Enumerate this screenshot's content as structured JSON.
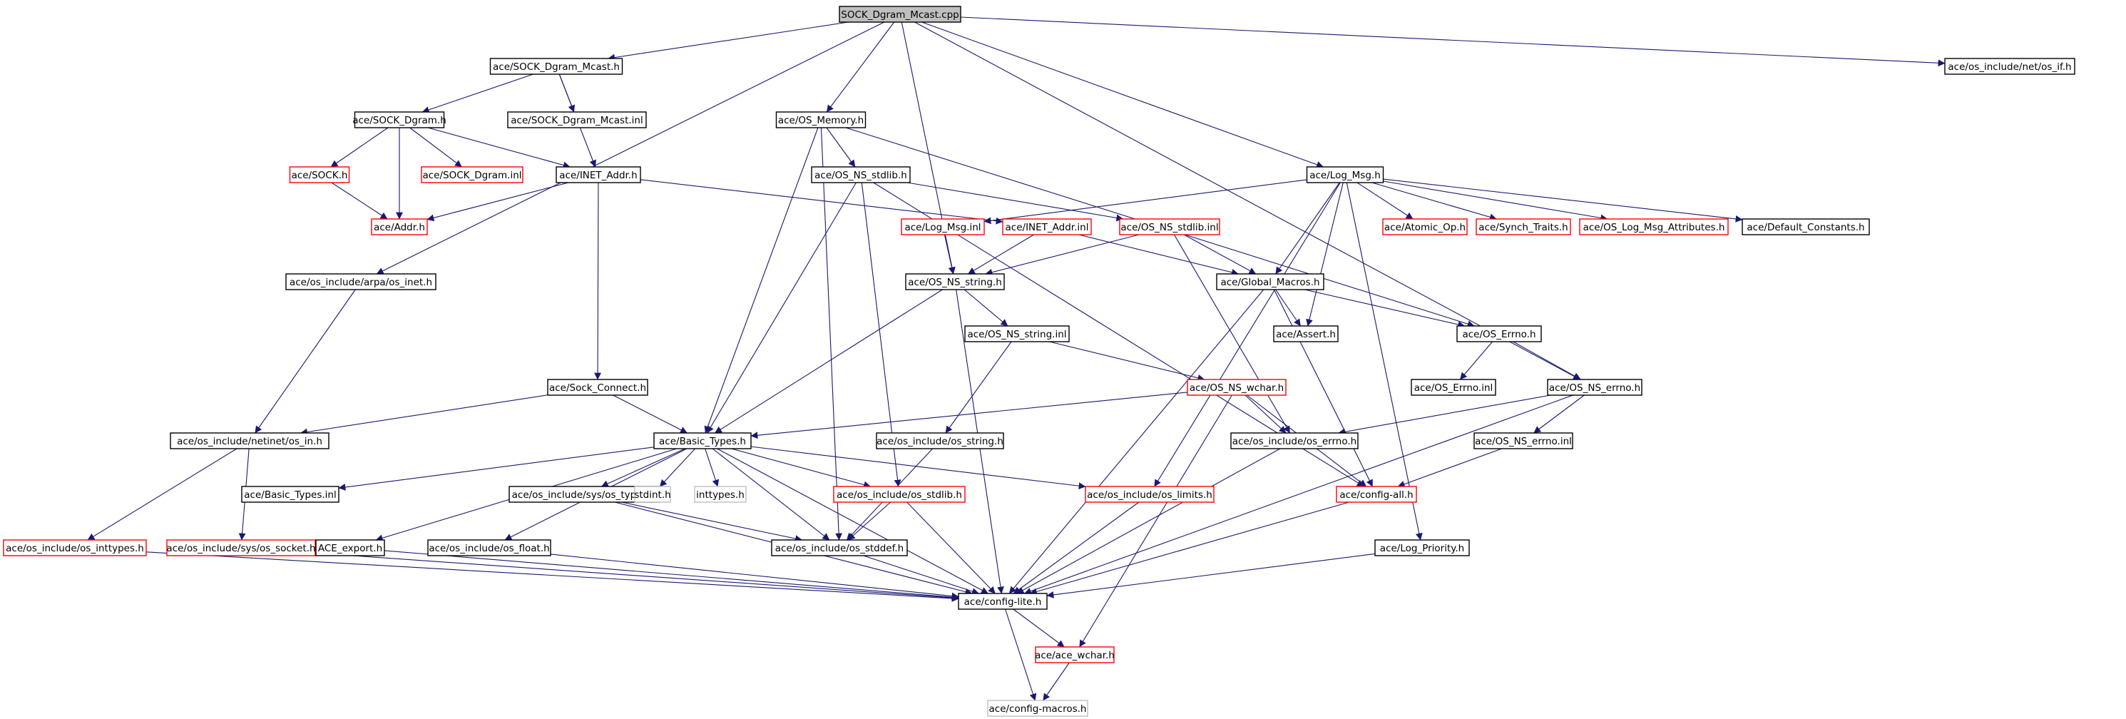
{
  "colors": {
    "edge": "#191970",
    "node_border_default": "#000000",
    "node_border_incomplete": "#ff0000",
    "node_border_external": "#bfbfbf",
    "root_fill": "#bfbfbf",
    "node_fill": "#ffffff"
  },
  "nodes": {
    "root": {
      "label": "SOCK_Dgram_Mcast.cpp",
      "style": "root"
    },
    "sock_dgram_mcast_h": {
      "label": "ace/SOCK_Dgram_Mcast.h",
      "style": "default"
    },
    "os_if": {
      "label": "ace/os_include/net/os_if.h",
      "style": "default"
    },
    "sock_dgram_h": {
      "label": "ace/SOCK_Dgram.h",
      "style": "default"
    },
    "sock_dgram_mcast_inl": {
      "label": "ace/SOCK_Dgram_Mcast.inl",
      "style": "default"
    },
    "os_memory": {
      "label": "ace/OS_Memory.h",
      "style": "default"
    },
    "sock_h": {
      "label": "ace/SOCK.h",
      "style": "incomplete"
    },
    "sock_dgram_inl": {
      "label": "ace/SOCK_Dgram.inl",
      "style": "incomplete"
    },
    "inet_addr_h": {
      "label": "ace/INET_Addr.h",
      "style": "default"
    },
    "os_ns_stdlib_h": {
      "label": "ace/OS_NS_stdlib.h",
      "style": "default"
    },
    "log_msg_h": {
      "label": "ace/Log_Msg.h",
      "style": "default"
    },
    "addr_h": {
      "label": "ace/Addr.h",
      "style": "incomplete"
    },
    "log_msg_inl": {
      "label": "ace/Log_Msg.inl",
      "style": "incomplete"
    },
    "inet_addr_inl": {
      "label": "ace/INET_Addr.inl",
      "style": "incomplete"
    },
    "os_ns_stdlib_inl": {
      "label": "ace/OS_NS_stdlib.inl",
      "style": "incomplete"
    },
    "atomic_op": {
      "label": "ace/Atomic_Op.h",
      "style": "incomplete"
    },
    "synch_traits": {
      "label": "ace/Synch_Traits.h",
      "style": "incomplete"
    },
    "os_log_msg_attr": {
      "label": "ace/OS_Log_Msg_Attributes.h",
      "style": "incomplete"
    },
    "default_constants": {
      "label": "ace/Default_Constants.h",
      "style": "default"
    },
    "arpa_inet": {
      "label": "ace/os_include/arpa/os_inet.h",
      "style": "default"
    },
    "os_ns_string_h": {
      "label": "ace/OS_NS_string.h",
      "style": "default"
    },
    "global_macros": {
      "label": "ace/Global_Macros.h",
      "style": "default"
    },
    "assert_h": {
      "label": "ace/Assert.h",
      "style": "default"
    },
    "os_ns_string_inl": {
      "label": "ace/OS_NS_string.inl",
      "style": "default"
    },
    "os_errno_h": {
      "label": "ace/OS_Errno.h",
      "style": "default"
    },
    "os_errno_inl": {
      "label": "ace/OS_Errno.inl",
      "style": "default"
    },
    "sock_connect": {
      "label": "ace/Sock_Connect.h",
      "style": "default"
    },
    "os_ns_wchar": {
      "label": "ace/OS_NS_wchar.h",
      "style": "incomplete"
    },
    "os_ns_errno_h": {
      "label": "ace/OS_NS_errno.h",
      "style": "default"
    },
    "netinet_in": {
      "label": "ace/os_include/netinet/os_in.h",
      "style": "default"
    },
    "basic_types_h": {
      "label": "ace/Basic_Types.h",
      "style": "default"
    },
    "os_include_os_string": {
      "label": "ace/os_include/os_string.h",
      "style": "default"
    },
    "os_include_errno": {
      "label": "ace/os_include/os_errno.h",
      "style": "default"
    },
    "os_ns_errno_inl": {
      "label": "ace/OS_NS_errno.inl",
      "style": "default"
    },
    "basic_types_inl": {
      "label": "ace/Basic_Types.inl",
      "style": "default"
    },
    "sys_types": {
      "label": "ace/os_include/sys/os_types.h",
      "style": "default"
    },
    "stdint": {
      "label": "stdint.h",
      "style": "external"
    },
    "inttypes": {
      "label": "inttypes.h",
      "style": "external"
    },
    "os_stdlib": {
      "label": "ace/os_include/os_stdlib.h",
      "style": "incomplete"
    },
    "os_limits": {
      "label": "ace/os_include/os_limits.h",
      "style": "incomplete"
    },
    "config_all": {
      "label": "ace/config-all.h",
      "style": "incomplete"
    },
    "os_inttypes": {
      "label": "ace/os_include/os_inttypes.h",
      "style": "incomplete"
    },
    "sys_socket": {
      "label": "ace/os_include/sys/os_socket.h",
      "style": "incomplete"
    },
    "ace_export": {
      "label": "ACE_export.h",
      "style": "default"
    },
    "os_float": {
      "label": "ace/os_include/os_float.h",
      "style": "default"
    },
    "os_stddef": {
      "label": "ace/os_include/os_stddef.h",
      "style": "default"
    },
    "log_priority": {
      "label": "ace/Log_Priority.h",
      "style": "default"
    },
    "config_lite": {
      "label": "ace/config-lite.h",
      "style": "default"
    },
    "ace_wchar": {
      "label": "ace/ace_wchar.h",
      "style": "incomplete"
    },
    "config_macros": {
      "label": "ace/config-macros.h",
      "style": "external"
    }
  },
  "edges": [
    [
      "root",
      "sock_dgram_mcast_h"
    ],
    [
      "root",
      "os_if"
    ],
    [
      "root",
      "os_memory"
    ],
    [
      "root",
      "log_msg_h"
    ],
    [
      "root",
      "arpa_inet"
    ],
    [
      "root",
      "os_ns_string_h"
    ],
    [
      "root",
      "os_ns_errno_h"
    ],
    [
      "sock_dgram_mcast_h",
      "sock_dgram_h"
    ],
    [
      "sock_dgram_mcast_h",
      "sock_dgram_mcast_inl"
    ],
    [
      "sock_dgram_mcast_h",
      "inet_addr_h"
    ],
    [
      "sock_dgram_h",
      "sock_h"
    ],
    [
      "sock_dgram_h",
      "sock_dgram_inl"
    ],
    [
      "sock_dgram_h",
      "inet_addr_h"
    ],
    [
      "sock_dgram_h",
      "addr_h"
    ],
    [
      "sock_h",
      "addr_h"
    ],
    [
      "inet_addr_h",
      "addr_h"
    ],
    [
      "inet_addr_h",
      "inet_addr_inl"
    ],
    [
      "inet_addr_h",
      "sock_connect"
    ],
    [
      "os_memory",
      "os_ns_stdlib_h"
    ],
    [
      "os_memory",
      "basic_types_h"
    ],
    [
      "os_memory",
      "os_stddef"
    ],
    [
      "os_memory",
      "os_errno_h"
    ],
    [
      "os_ns_stdlib_h",
      "os_ns_stdlib_inl"
    ],
    [
      "os_ns_stdlib_h",
      "basic_types_h"
    ],
    [
      "os_ns_stdlib_h",
      "os_stdlib"
    ],
    [
      "os_ns_stdlib_h",
      "config_all"
    ],
    [
      "log_msg_h",
      "log_msg_inl"
    ],
    [
      "log_msg_h",
      "atomic_op"
    ],
    [
      "log_msg_h",
      "synch_traits"
    ],
    [
      "log_msg_h",
      "os_log_msg_attr"
    ],
    [
      "log_msg_h",
      "default_constants"
    ],
    [
      "log_msg_h",
      "global_macros"
    ],
    [
      "log_msg_h",
      "assert_h"
    ],
    [
      "log_msg_h",
      "os_limits"
    ],
    [
      "log_msg_h",
      "log_priority"
    ],
    [
      "log_msg_inl",
      "os_ns_string_h"
    ],
    [
      "inet_addr_inl",
      "os_ns_string_h"
    ],
    [
      "inet_addr_inl",
      "global_macros"
    ],
    [
      "os_ns_stdlib_inl",
      "os_ns_string_h"
    ],
    [
      "os_ns_stdlib_inl",
      "global_macros"
    ],
    [
      "os_ns_stdlib_inl",
      "os_include_errno"
    ],
    [
      "arpa_inet",
      "netinet_in"
    ],
    [
      "os_ns_string_h",
      "os_ns_string_inl"
    ],
    [
      "os_ns_string_h",
      "basic_types_h"
    ],
    [
      "os_ns_string_h",
      "config_lite"
    ],
    [
      "global_macros",
      "assert_h"
    ],
    [
      "global_macros",
      "os_errno_h"
    ],
    [
      "global_macros",
      "config_all"
    ],
    [
      "global_macros",
      "config_lite"
    ],
    [
      "os_ns_string_inl",
      "os_ns_wchar"
    ],
    [
      "os_ns_string_inl",
      "os_include_os_string"
    ],
    [
      "os_errno_h",
      "os_errno_inl"
    ],
    [
      "os_errno_h",
      "os_ns_errno_h"
    ],
    [
      "os_ns_errno_h",
      "os_include_errno"
    ],
    [
      "os_ns_errno_h",
      "os_ns_errno_inl"
    ],
    [
      "os_ns_errno_h",
      "config_lite"
    ],
    [
      "sock_connect",
      "netinet_in"
    ],
    [
      "sock_connect",
      "basic_types_h"
    ],
    [
      "os_ns_wchar",
      "basic_types_h"
    ],
    [
      "os_ns_wchar",
      "os_include_errno"
    ],
    [
      "os_ns_wchar",
      "config_all"
    ],
    [
      "os_ns_wchar",
      "ace_wchar"
    ],
    [
      "netinet_in",
      "os_inttypes"
    ],
    [
      "netinet_in",
      "sys_socket"
    ],
    [
      "basic_types_h",
      "basic_types_inl"
    ],
    [
      "basic_types_h",
      "sys_types"
    ],
    [
      "basic_types_h",
      "stdint"
    ],
    [
      "basic_types_h",
      "inttypes"
    ],
    [
      "basic_types_h",
      "os_stdlib"
    ],
    [
      "basic_types_h",
      "os_limits"
    ],
    [
      "basic_types_h",
      "ace_export"
    ],
    [
      "basic_types_h",
      "os_float"
    ],
    [
      "basic_types_h",
      "os_stddef"
    ],
    [
      "basic_types_h",
      "config_lite"
    ],
    [
      "os_include_os_string",
      "os_stddef"
    ],
    [
      "os_include_errno",
      "config_lite"
    ],
    [
      "os_ns_errno_inl",
      "config_all"
    ],
    [
      "sys_types",
      "os_stddef"
    ],
    [
      "sys_types",
      "config_lite"
    ],
    [
      "os_stdlib",
      "os_stddef"
    ],
    [
      "os_stdlib",
      "config_lite"
    ],
    [
      "os_limits",
      "config_lite"
    ],
    [
      "config_all",
      "config_lite"
    ],
    [
      "os_inttypes",
      "config_lite"
    ],
    [
      "sys_socket",
      "config_lite"
    ],
    [
      "ace_export",
      "config_lite"
    ],
    [
      "os_float",
      "config_lite"
    ],
    [
      "os_stddef",
      "config_lite"
    ],
    [
      "log_priority",
      "config_lite"
    ],
    [
      "config_lite",
      "ace_wchar"
    ],
    [
      "config_lite",
      "config_macros"
    ],
    [
      "ace_wchar",
      "config_macros"
    ]
  ]
}
